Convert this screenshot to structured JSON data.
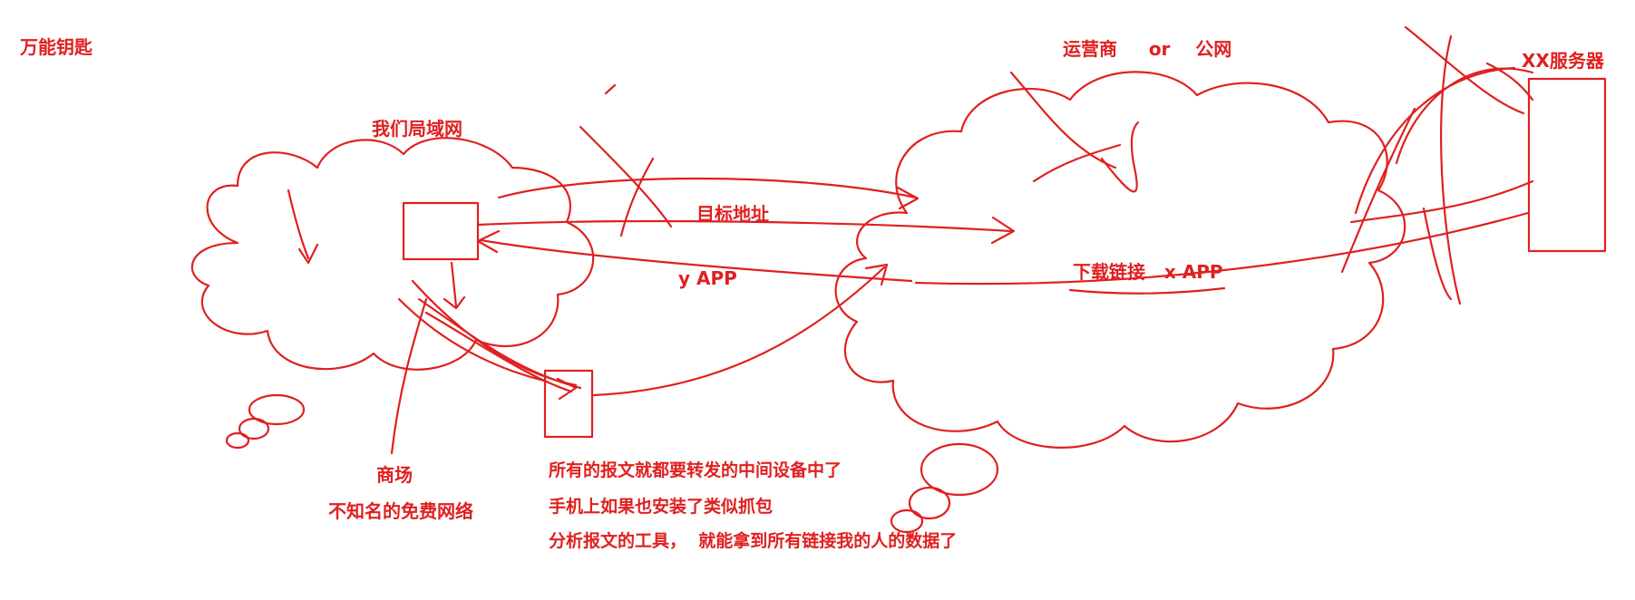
{
  "labels": {
    "title": "万能钥匙",
    "lan": "我们局域网",
    "operator": "运营商     or    公网",
    "server": "XX服务器",
    "target_address": "目标地址",
    "y_app": "y APP",
    "download_link": "下载链接   x APP",
    "mall": "商场",
    "free_network": "不知名的免费网络",
    "note_line1": "所有的报文就都要转发的中间设备中了",
    "note_line2": "手机上如果也安装了类似抓包",
    "note_line3": "分析报文的工具，  就能拿到所有链接我的人的数据了"
  },
  "colors": {
    "stroke": "#e02020",
    "text": "#e02020",
    "background": "#ffffff"
  },
  "shapes": {
    "lan_cloud": "cloud",
    "public_cloud": "cloud",
    "lan_device": "rectangle",
    "middle_device": "rectangle",
    "server_box": "rectangle"
  }
}
